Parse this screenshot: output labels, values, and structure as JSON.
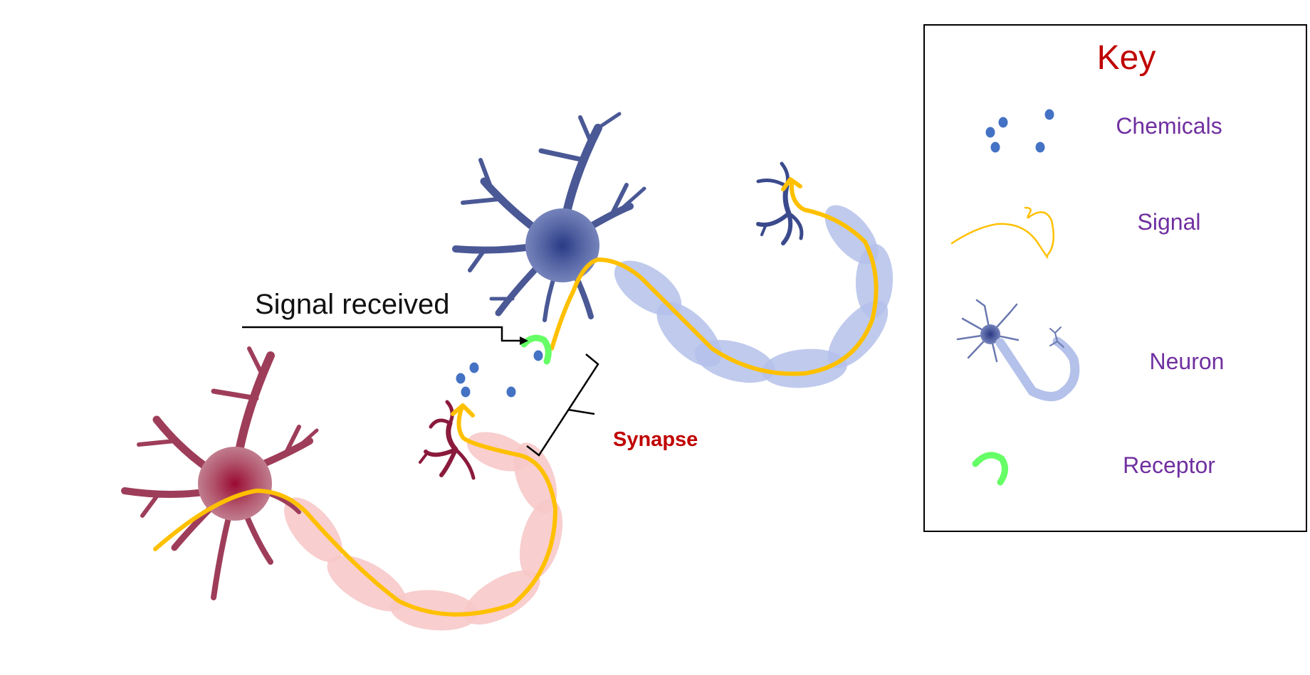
{
  "diagram": {
    "callout_label": "Signal received",
    "synapse_label": "Synapse"
  },
  "key": {
    "title": "Key",
    "items": [
      {
        "label": "Chemicals",
        "icon": "chemical-dots-icon"
      },
      {
        "label": "Signal",
        "icon": "signal-line-icon"
      },
      {
        "label": "Neuron",
        "icon": "neuron-icon"
      },
      {
        "label": "Receptor",
        "icon": "receptor-icon"
      }
    ]
  },
  "colors": {
    "key_title": "#c00000",
    "key_labels": "#7030a0",
    "synapse_label": "#c00000",
    "chemical": "#4472c4",
    "signal": "#ffc000",
    "receptor": "#66ff66",
    "neuron_blue": "#3b4a8c",
    "neuron_red": "#a0183c",
    "axon_blue": "#b4c1ea",
    "axon_red": "#f7c9c9"
  }
}
